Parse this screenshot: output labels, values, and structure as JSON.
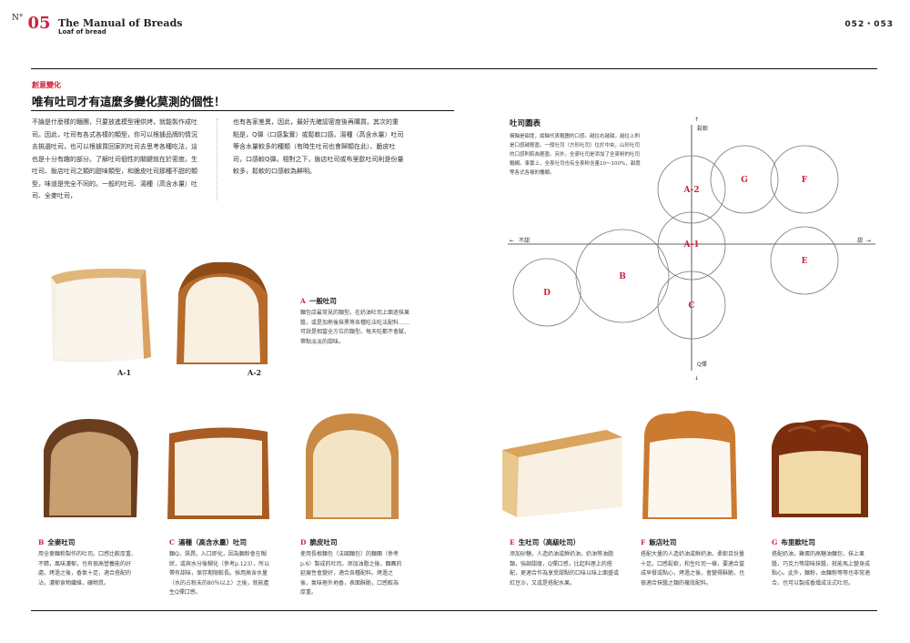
{
  "header": {
    "number_prefix": "N°",
    "number": "05",
    "title": "The Manual of Breads",
    "subtitle": "Loaf of bread",
    "pages": "052・053"
  },
  "section": {
    "tag": "創意變化",
    "headline": "唯有吐司才有這麼多變化莫測的個性！"
  },
  "intro": {
    "col1": "不論是什麼樣的麵團，只要放進模型裡烘烤，就能製作成吐司。因此，吐司有各式各樣的類型，你可以根據品牌的情況去挑選吐司，也可以根據買回家的吐司去思考各種吃法，這也是十分有趣的部分。了解吐司個性的關鍵就在於密度。生吐司、飯店吐司之類的甜味類型，和脆皮吐司那種不甜的類型，味道是完全不同的。一般的吐司、湯種（高含水量）吐司、全麥吐司，",
    "col2": "也有各家差異，因此，最好先確認密度後再購買。其次的重點是，Q彈（口感紮實）或鬆軟口感。湯種（高含水量）吐司等含水量較多的種類（有時生吐司也會歸類在此）、脆皮吐司，口感較Q彈。相對之下，飯店吐司或布里歐吐司則是份量較多，鬆軟的口感較為鮮明。"
  },
  "chart": {
    "title": "吐司圖表",
    "desc": "橫軸是甜度，縱軸代表麵團的口感。越往右越甜，越往上則是口感越輕盈。一般吐司（方形吐司）位於中央，山形吐司的口感則較為輕盈。另外，全麥吐司是添加了全麥粉的吐司麵糊。事實上，全麥吐司也有全麥粉含量10～100%，甜度等各式各樣的種類。",
    "axis_top": "鬆軟",
    "axis_bottom": "Q彈",
    "axis_left": "不甜",
    "axis_right": "甜",
    "circles": [
      "A-2",
      "G",
      "F",
      "A-1",
      "B",
      "D",
      "E",
      "C"
    ]
  },
  "breads": [
    {
      "letter": "A-1",
      "label": "A-1"
    },
    {
      "letter": "A-2",
      "label": "A-2"
    }
  ],
  "captions": {
    "A": {
      "letter": "A",
      "title": "一般吐司",
      "text": "麵包店最常見的類型。在奶油吐司上面逐抹果醬，或是加熱後抹黑等各種吃法吃法配料……可說是相當全方位的類型。每天吃都不會膩，帶點淡淡的甜味。"
    },
    "B": {
      "letter": "B",
      "title": "全麥吐司",
      "text": "用全麥麵粉製作的吐司。口感比較厚重、不精，風味濃郁，也有很高營養能的好處。烤過之後，香氣十足，適合搭配的沾，濃郁食物纖維，礦物質。"
    },
    "C": {
      "letter": "C",
      "title": "湯種（高含水量）吐司",
      "text": "麵Q，濕潤，入口即化，因為麵粉會在糊狀，或與水分後糊化（參考p.123），所以帶有甜味，保存期限較長。採用高含水量（水的占粉末的80％以上）之後，就能產生Q彈口感。"
    },
    "D": {
      "letter": "D",
      "title": "脆皮吐司",
      "text": "使用長根麵包（法國麵包）的麵團（參考p.6）製成的吐司。添加油脂之後，麵團的延展性會變好，適合各種配料。烤過之後，氣味極外地香，表面酥脆，口感較為厚重。"
    },
    "E": {
      "letter": "E",
      "title": "生吐司（高級吐司）",
      "text": "添加砂糖，人造奶油或鮮奶油，奶油等油脂類，強調甜度，Q彈口感，比起料理上的搭配，更適合作為享受甜點的口味以味上面盛或紅豆沙，又或是搭配水果。"
    },
    "F": {
      "letter": "F",
      "title": "飯店吐司",
      "text": "搭配大量的人造奶油或鮮奶油，柔軟且份量十足。口感鬆軟，和生吐司一樣，要適合當成早餐或點心，烤過之後，會變得酥脆，也很適合抹醬之類的複效配料。"
    },
    "G": {
      "letter": "G",
      "title": "布里歐吐司",
      "text": "搭配奶油，雞蛋的高糖油麵包，抹上果醬，巧克力等甜味抹醬，就能馬上變身成點心。此外，麵粉，由麵粉等等也非常適合。也可以製成香燻成法式吐司。"
    }
  },
  "colors": {
    "accent": "#d0203a",
    "rule": "#111111"
  }
}
